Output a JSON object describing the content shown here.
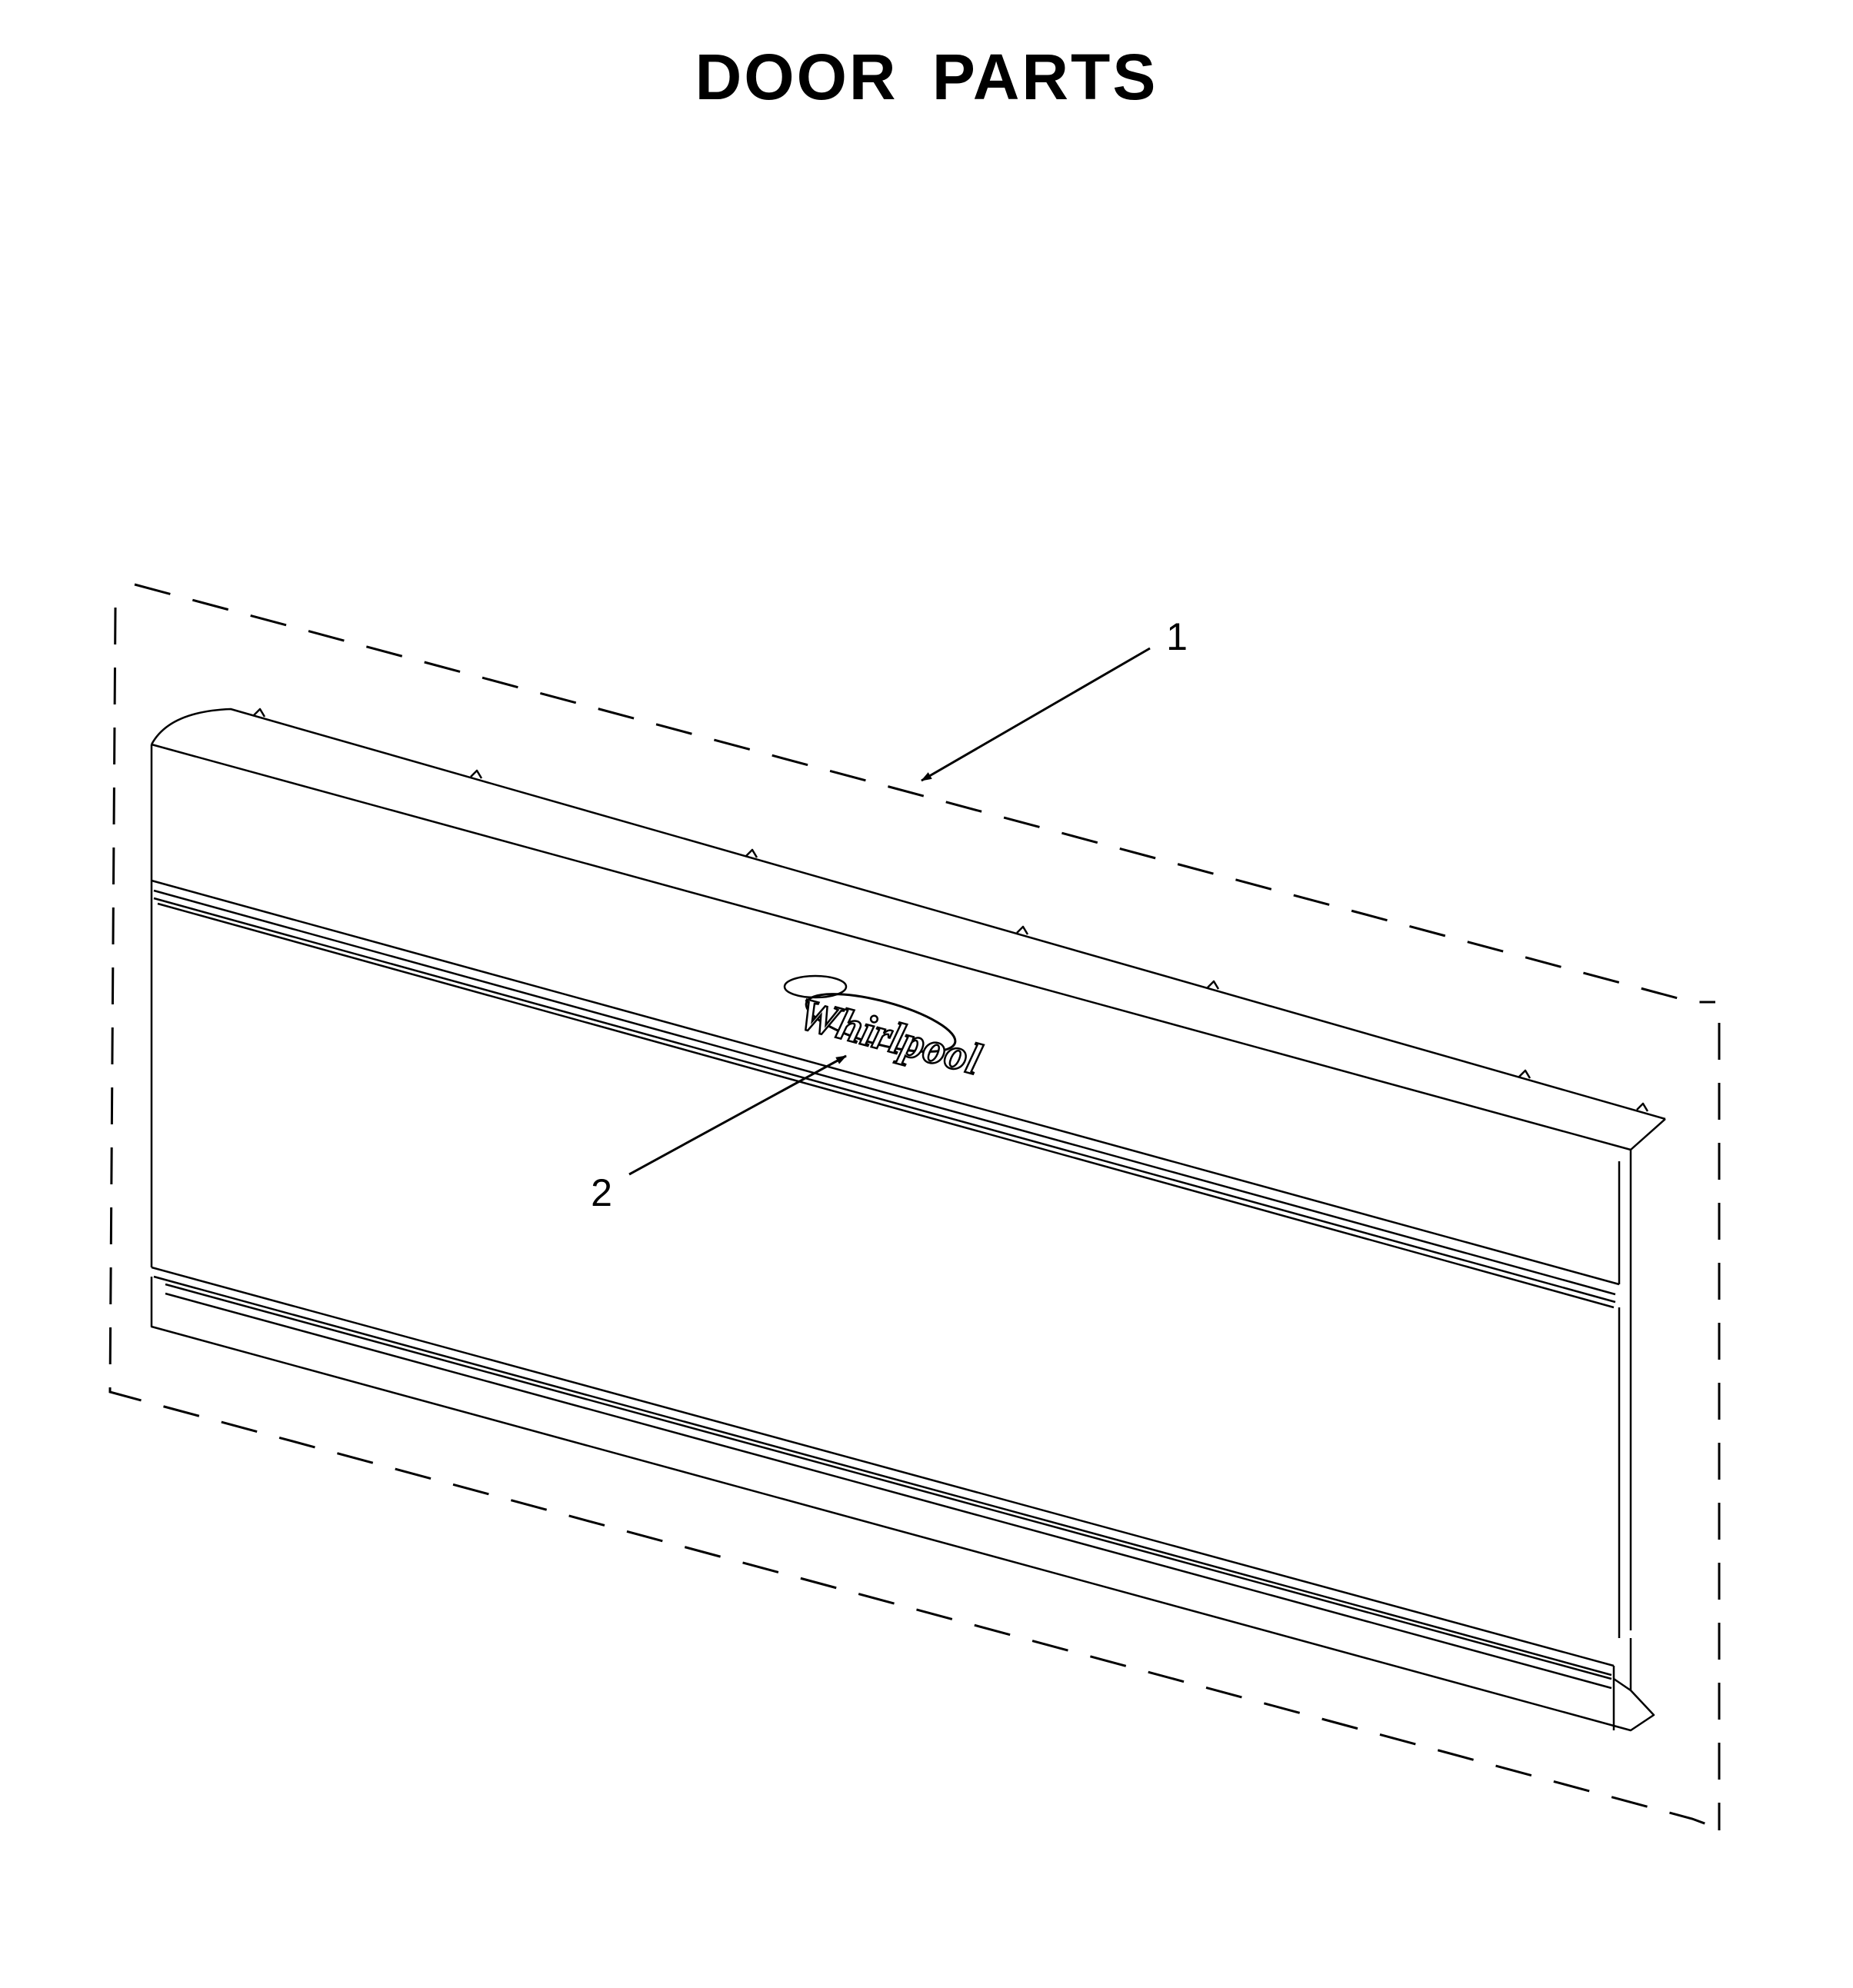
{
  "title": "DOOR PARTS",
  "callouts": [
    {
      "id": "1",
      "label": "1",
      "part": "door-assembly"
    },
    {
      "id": "2",
      "label": "2",
      "part": "logo-badge"
    }
  ],
  "logo_text": "Whirlpool",
  "colors": {
    "line": "#000000",
    "background": "#ffffff"
  }
}
